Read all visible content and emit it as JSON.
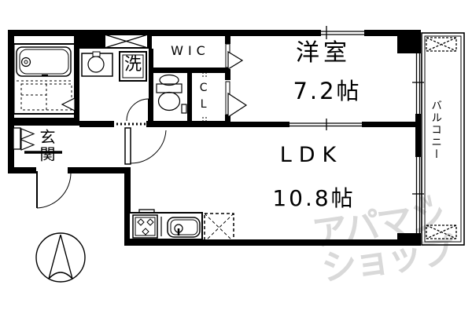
{
  "floorplan": {
    "rooms": {
      "western_room": {
        "name": "洋室",
        "size": "7.2帖"
      },
      "ldk": {
        "name": "LDK",
        "size": "10.8帖"
      },
      "wic": {
        "label": "WIC"
      },
      "closet": {
        "label": "CL"
      },
      "entrance": {
        "label": "玄関"
      },
      "laundry": {
        "label": "洗"
      },
      "balcony": {
        "label": "バルコニー"
      }
    },
    "watermark": {
      "line1": "アパマン",
      "line2": "ショップ",
      "mark": "N"
    },
    "colors": {
      "wall": "#000000",
      "background": "#ffffff",
      "watermark": "#d9d9d9"
    }
  }
}
